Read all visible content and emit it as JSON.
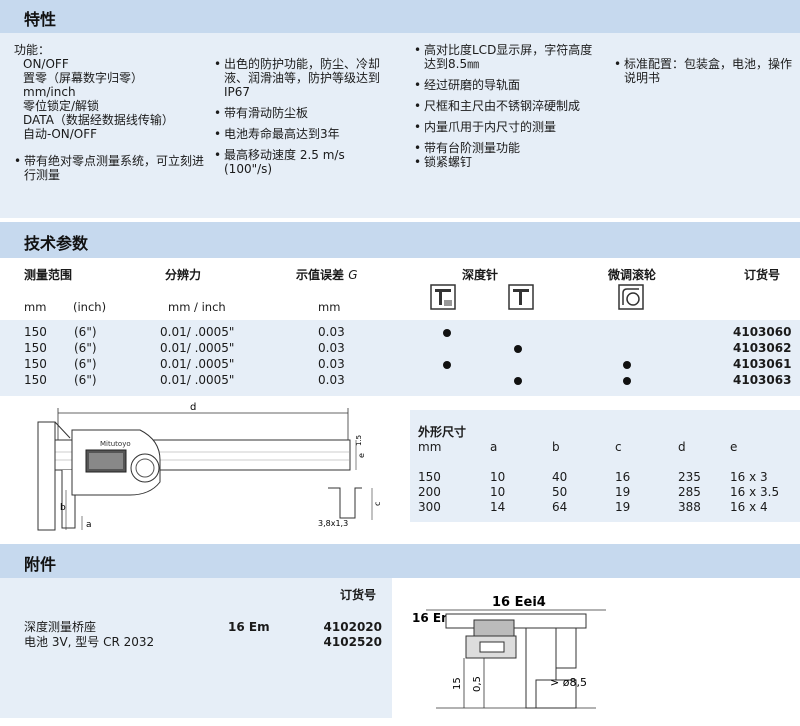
{
  "features": {
    "title": "特性",
    "col1": {
      "lines": [
        "功能：",
        "ON/OFF",
        "置零（屏幕数字归零）",
        "mm/inch",
        "零位锁定/解锁",
        "DATA（数据经数据线传输）",
        "自动-ON/OFF"
      ],
      "bullets": [
        "带有绝对零点测量系统，可立刻进行测量"
      ]
    },
    "col2": {
      "bullets": [
        "出色的防护功能，防尘、冷却液、润滑油等，防护等级达到IP67",
        "带有滑动防尘板",
        "电池寿命最高达到3年",
        "最高移动速度 2.5 m/s (100\"/s)"
      ]
    },
    "col3": {
      "bullets": [
        "高对比度LCD显示屏，字符高度达到8.5㎜",
        "经过研磨的导轨面",
        "尺框和主尺由不锈钢淬硬制成",
        "内量爪用于内尺寸的测量",
        "带有台阶测量功能",
        "锁紧螺钉"
      ]
    },
    "col4": {
      "bullets": [
        "标准配置：包装盒，电池，操作说明书"
      ]
    }
  },
  "tech": {
    "title": "技术参数",
    "headers": {
      "range": "测量范围",
      "resolution": "分辨力",
      "error": "示值误差",
      "error_symbol": "G",
      "depth": "深度针",
      "fine": "微调滚轮",
      "order": "订货号"
    },
    "units": {
      "mm": "mm",
      "inch": "(inch)",
      "res": "mm / inch",
      "err": "mm"
    },
    "rows": [
      {
        "mm": "150",
        "inch": "(6\")",
        "res": "0.01/ .0005\"",
        "err": "0.03",
        "depth_round": true,
        "depth_flat": false,
        "fine": false,
        "order": "4103060"
      },
      {
        "mm": "150",
        "inch": "(6\")",
        "res": "0.01/ .0005\"",
        "err": "0.03",
        "depth_round": false,
        "depth_flat": true,
        "fine": false,
        "order": "4103062"
      },
      {
        "mm": "150",
        "inch": "(6\")",
        "res": "0.01/ .0005\"",
        "err": "0.03",
        "depth_round": true,
        "depth_flat": false,
        "fine": true,
        "order": "4103061"
      },
      {
        "mm": "150",
        "inch": "(6\")",
        "res": "0.01/ .0005\"",
        "err": "0.03",
        "depth_round": false,
        "depth_flat": true,
        "fine": true,
        "order": "4103063"
      }
    ]
  },
  "drawing": {
    "label_d": "d",
    "label_c": "c",
    "label_e": "e",
    "label_b": "b",
    "label_a": "a",
    "label_15": "1.5",
    "label_38": "3,8x1,3"
  },
  "dimensions": {
    "title": "外形尺寸",
    "headers": [
      "mm",
      "a",
      "b",
      "c",
      "d",
      "e"
    ],
    "rows": [
      [
        "150",
        "10",
        "40",
        "16",
        "235",
        "16 x 3"
      ],
      [
        "200",
        "10",
        "50",
        "19",
        "285",
        "16 x 3.5"
      ],
      [
        "300",
        "14",
        "64",
        "19",
        "388",
        "16 x 4"
      ]
    ]
  },
  "accessories": {
    "title": "附件",
    "order_header": "订货号",
    "rows": [
      {
        "name": "深度测量桥座",
        "model": "16 Em",
        "order": "4102020"
      },
      {
        "name": "电池 3V, 型号 CR 2032",
        "model": "",
        "order": "4102520"
      }
    ],
    "drawing_title": "16 Eei4",
    "drawing_label": "16 Em",
    "drawing_dim_15": "15",
    "drawing_dim_05": "0,5",
    "drawing_diam": "> ø8,5"
  }
}
